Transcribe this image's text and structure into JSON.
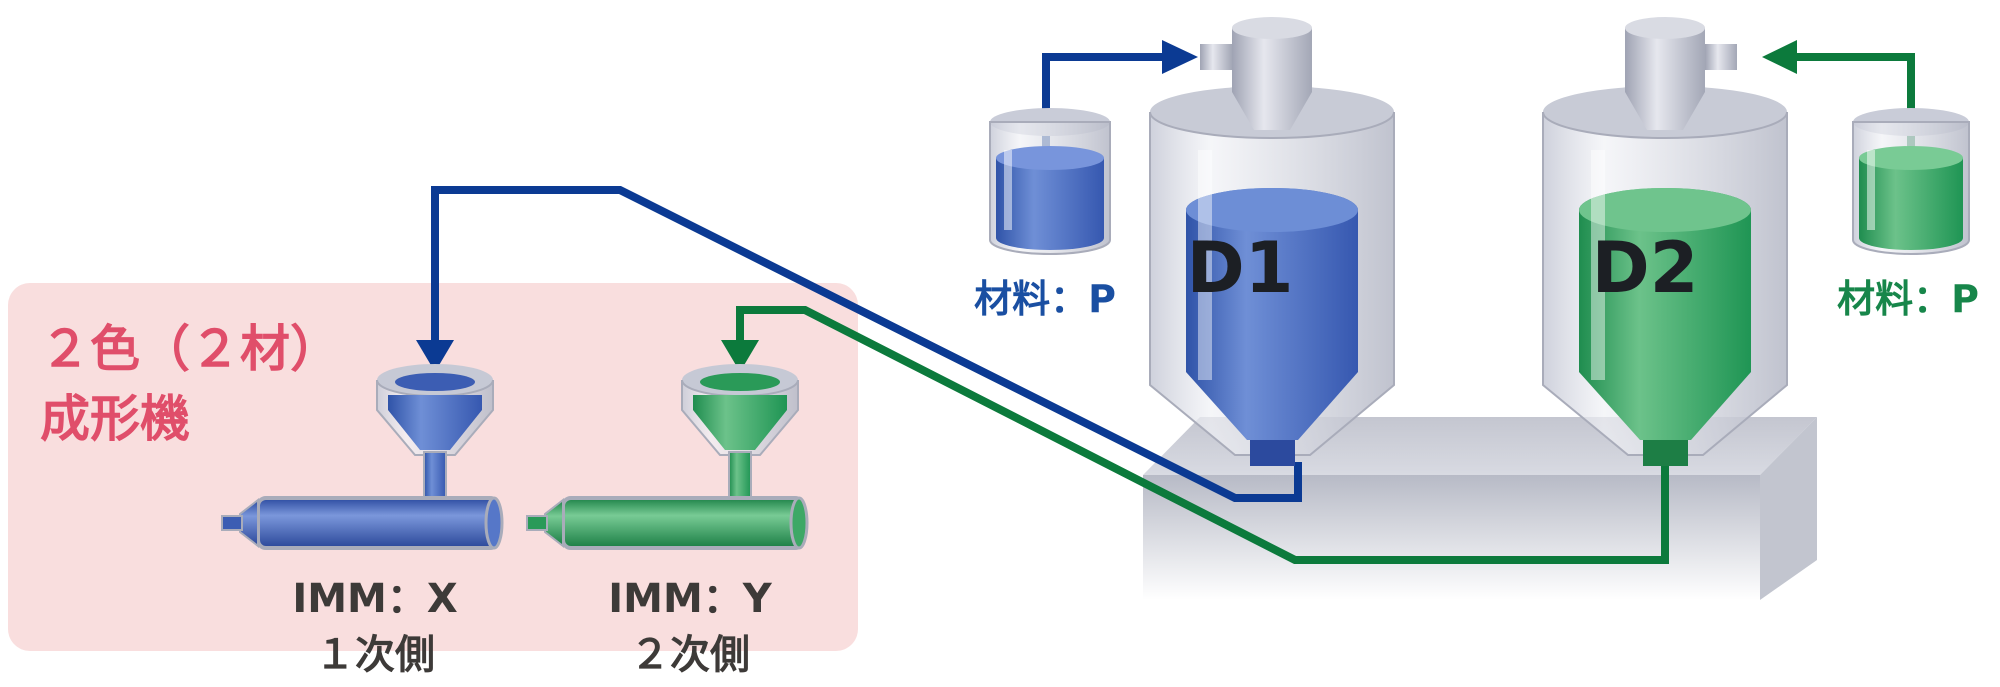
{
  "machine_group": {
    "title_line1": "２色（２材）",
    "title_line2": "成形機",
    "bg_color": "#f9dede",
    "title_color": "#e04e6a"
  },
  "imm_x": {
    "name": "IMM：X",
    "side": "１次側"
  },
  "imm_y": {
    "name": "IMM：Y",
    "side": "２次側"
  },
  "dryer_1": {
    "label": "D1"
  },
  "dryer_2": {
    "label": "D2"
  },
  "material_left": {
    "label": "材料：P"
  },
  "material_right": {
    "label": "材料：P"
  },
  "colors": {
    "blue_line": "#0b3a93",
    "green_line": "#0c7a3c",
    "blue_label": "#1a4fa2",
    "green_label": "#17864a",
    "imm_text": "#3d3a38",
    "dryer_text": "#1c1f24"
  }
}
